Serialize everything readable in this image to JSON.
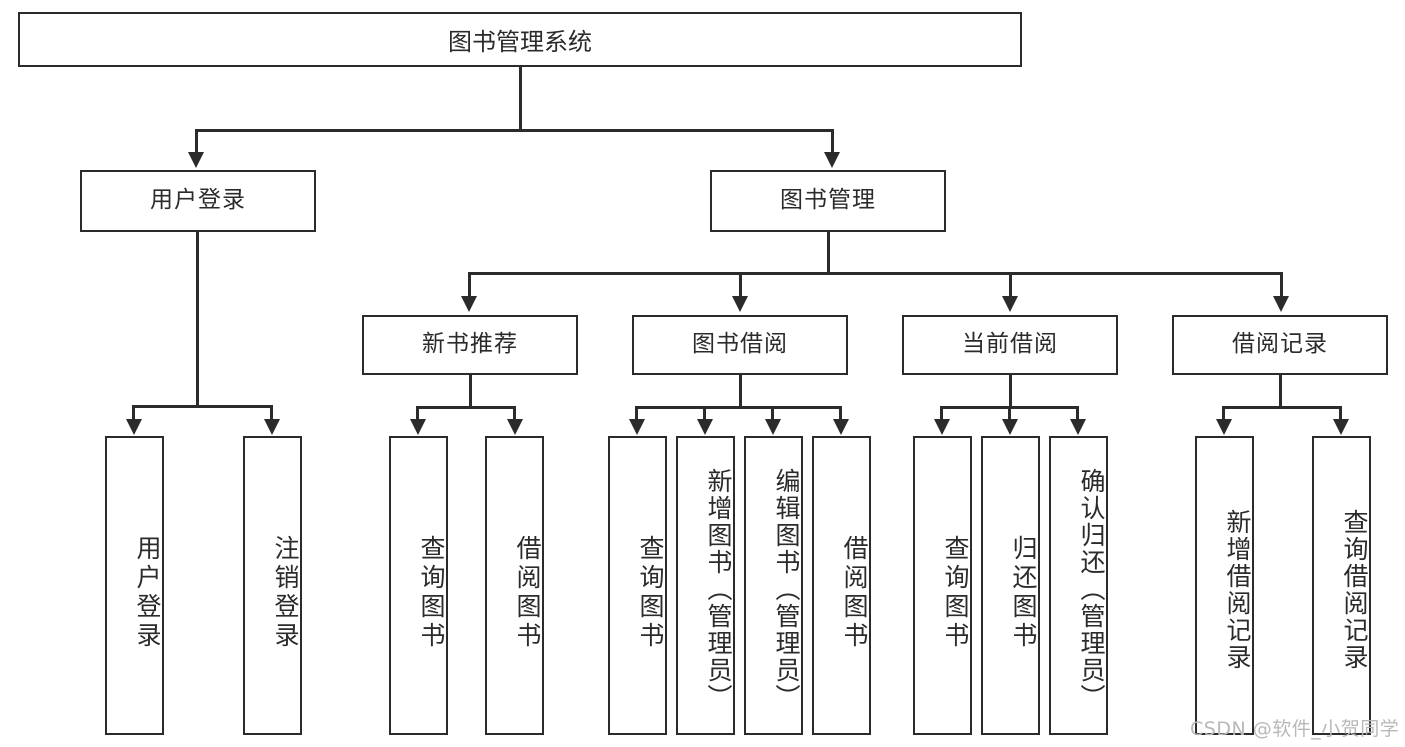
{
  "diagram": {
    "title": "图书管理系统",
    "type": "hierarchy-tree",
    "watermark": "CSDN @软件_小贺同学",
    "colors": {
      "stroke": "#2b2b2b",
      "background": "#ffffff",
      "watermark": "#b8b8b8"
    },
    "levels": {
      "root": {
        "label": "图书管理系统"
      },
      "level2": [
        {
          "label": "用户登录"
        },
        {
          "label": "图书管理"
        }
      ],
      "level3": [
        {
          "label": "新书推荐"
        },
        {
          "label": "图书借阅"
        },
        {
          "label": "当前借阅"
        },
        {
          "label": "借阅记录"
        }
      ],
      "leaves": {
        "user_login": [
          {
            "label": "用户登录"
          },
          {
            "label": "注销登录"
          }
        ],
        "new_book_recommend": [
          {
            "label": "查询图书"
          },
          {
            "label": "借阅图书"
          }
        ],
        "book_borrow": [
          {
            "label": "查询图书"
          },
          {
            "label": "新增图书（管理员）"
          },
          {
            "label": "编辑图书（管理员）"
          },
          {
            "label": "借阅图书"
          }
        ],
        "current_borrow": [
          {
            "label": "查询图书"
          },
          {
            "label": "归还图书"
          },
          {
            "label": "确认归还（管理员）"
          }
        ],
        "borrow_record": [
          {
            "label": "新增借阅记录"
          },
          {
            "label": "查询借阅记录"
          }
        ]
      }
    }
  }
}
